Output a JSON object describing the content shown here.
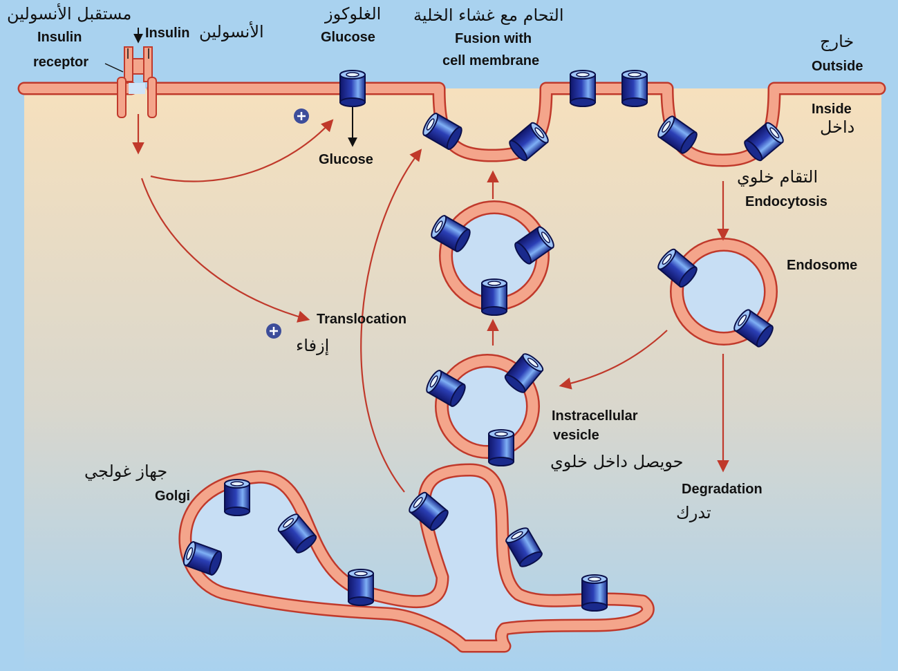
{
  "labels": {
    "insulin_receptor_ar": "مستقبل الأنسولين",
    "insulin_receptor_en_1": "Insulin",
    "insulin_receptor_en_2": "receptor",
    "insulin_ar": "الأنسولين",
    "insulin_en": "Insulin",
    "glucose_ar": "الغلوكوز",
    "glucose_en": "Glucose",
    "glucose_inside": "Glucose",
    "fusion_ar": "التحام مع غشاء الخلية",
    "fusion_en_1": "Fusion with",
    "fusion_en_2": "cell membrane",
    "outside_ar": "خارج",
    "outside_en": "Outside",
    "inside_en": "Inside",
    "inside_ar": "داخل",
    "endocytosis_ar": "التقام خلوي",
    "endocytosis_en": "Endocytosis",
    "endosome_en": "Endosome",
    "translocation_en": "Translocation",
    "translocation_ar": "إزفاء",
    "vesicle_en_1": "Instracellular",
    "vesicle_en_2": "vesicle",
    "vesicle_ar": "حويصل داخل خلوي",
    "golgi_ar": "جهاز غولجي",
    "golgi_en": "Golgi",
    "degradation_en": "Degradation",
    "degradation_ar": "تدرك",
    "plus_1": "+",
    "plus_2": "+"
  },
  "colors": {
    "background_outside": "#a9d2ef",
    "cytoplasm": "#f5e2bf",
    "membrane_fill": "#f4a58b",
    "membrane_edge": "#c0392b",
    "arrow": "#c0392b",
    "transporter_dark": "#141a70",
    "transporter_light": "#5a8ee6",
    "plus_badge": "#3d4d9a"
  },
  "icons": [
    "glut4-transporter-icon",
    "insulin-receptor-icon",
    "plus-icon",
    "arrow-icon"
  ]
}
